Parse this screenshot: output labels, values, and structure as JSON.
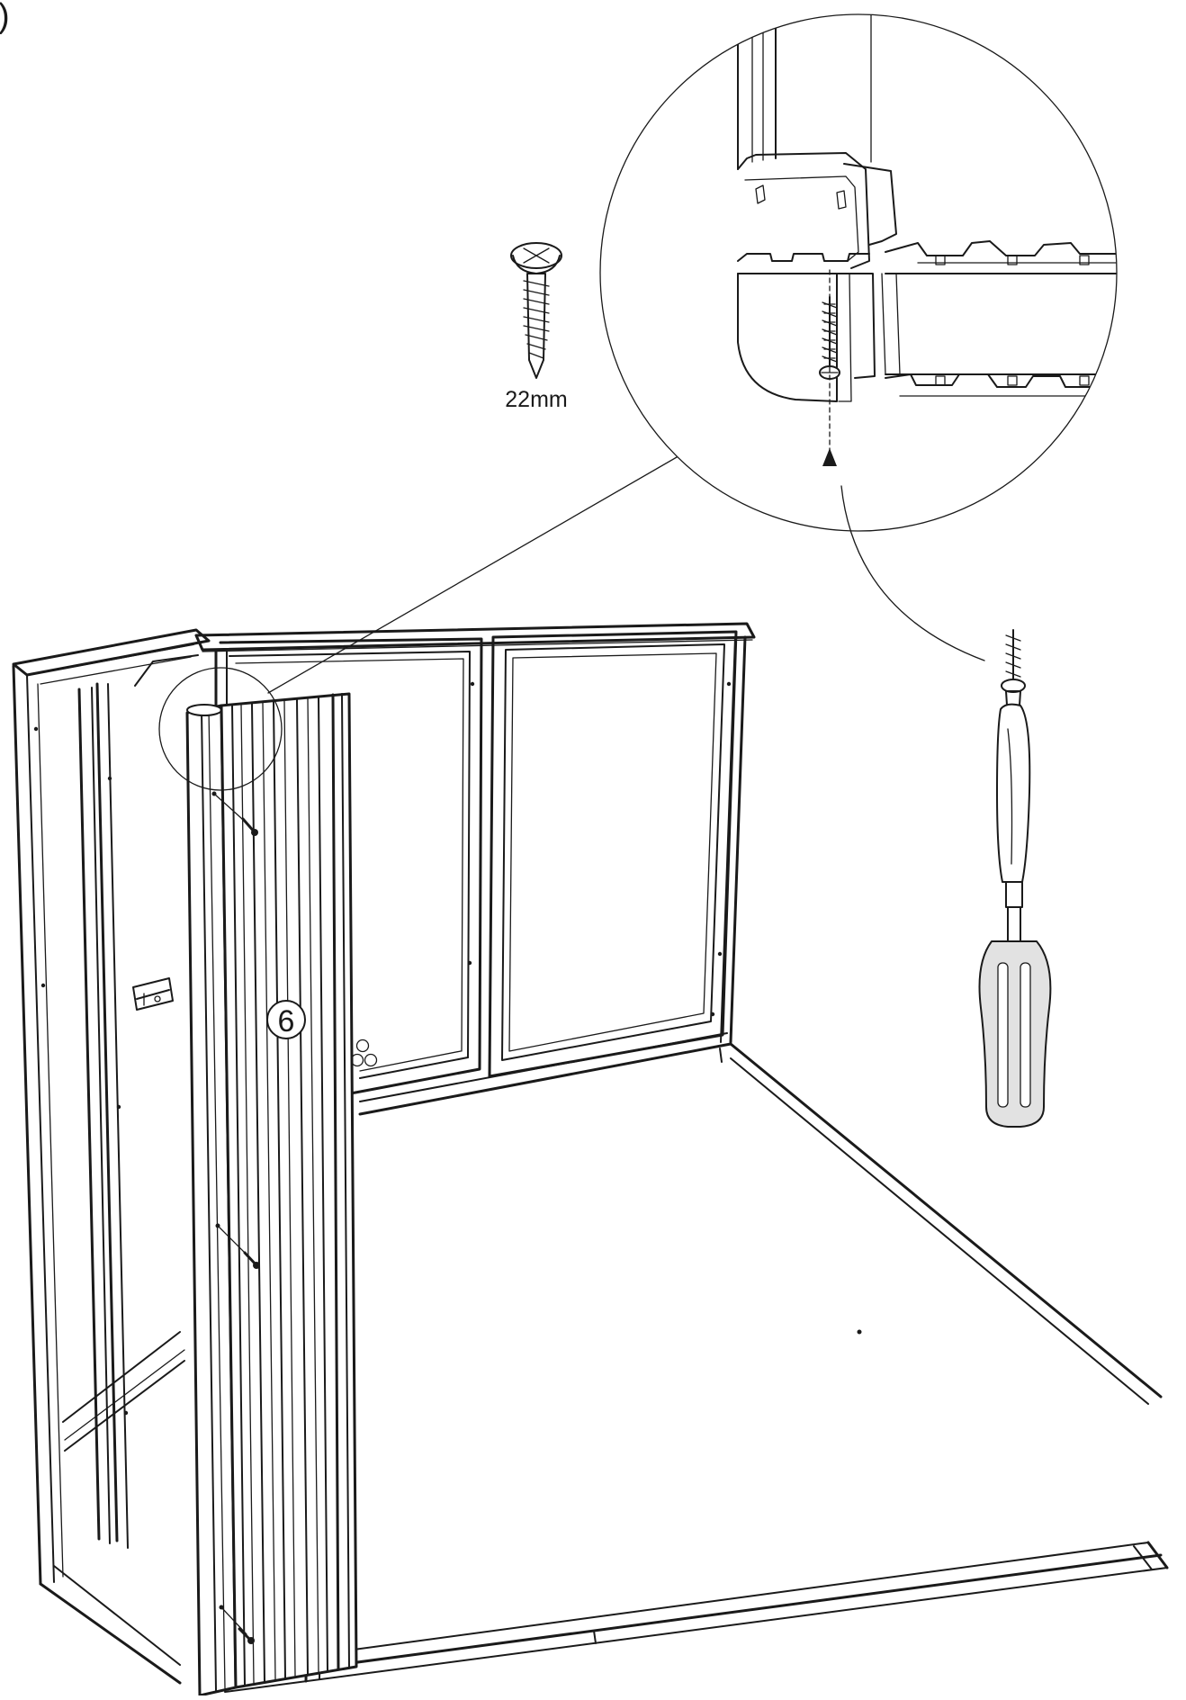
{
  "figure": {
    "step_marker": ")",
    "part_callout": "6",
    "screw_length_label": "22mm"
  },
  "icons": {
    "screw": "screw-icon",
    "screwdriver": "screwdriver-icon",
    "detail": "magnified-detail-circle"
  },
  "colors": {
    "line": "#1a1a1a",
    "background": "#ffffff",
    "tool_fill": "#e2e2e2"
  }
}
